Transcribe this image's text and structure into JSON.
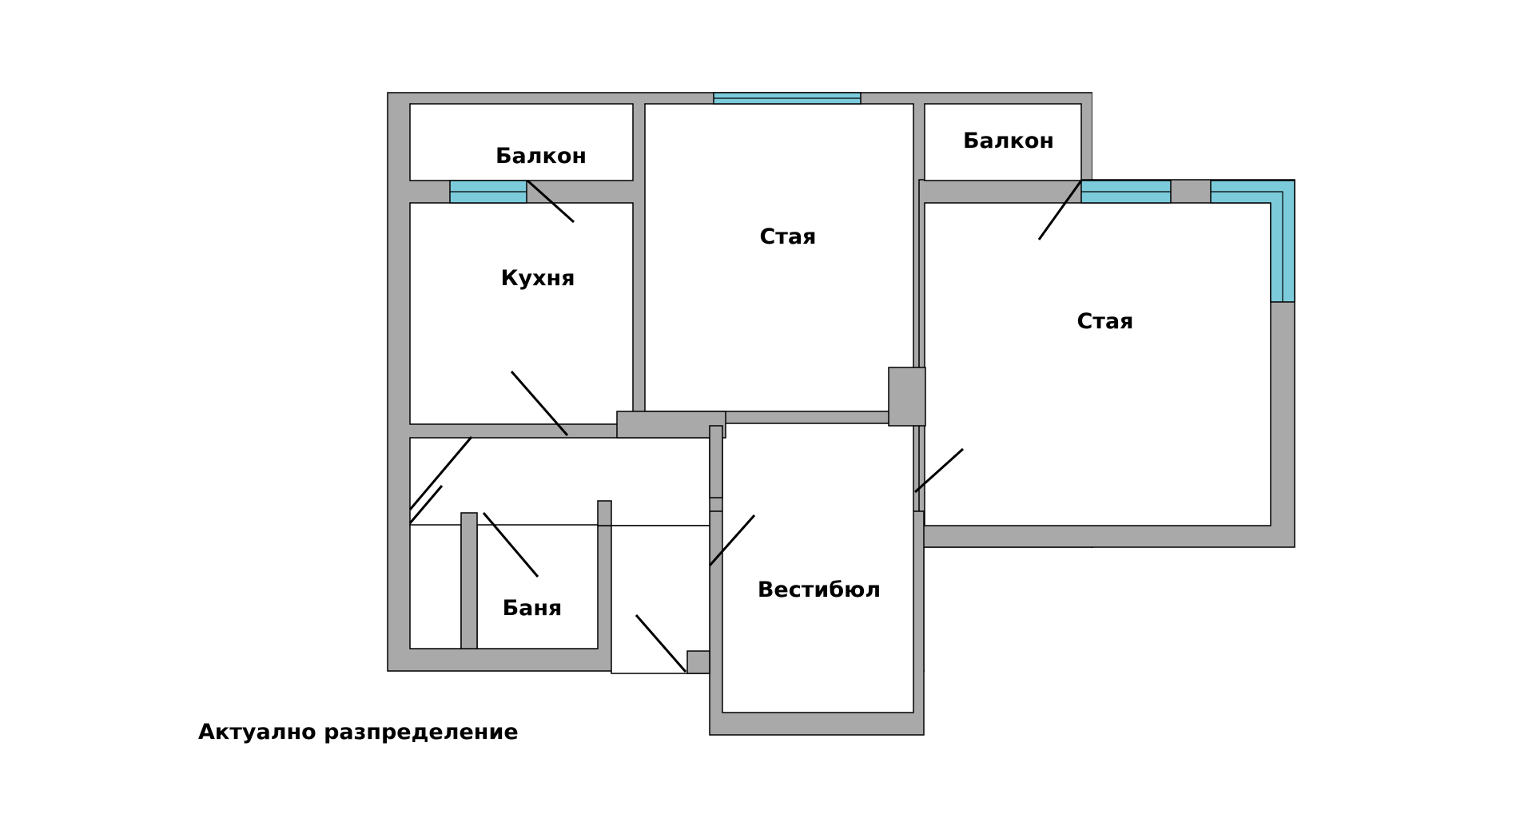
{
  "caption": "Актуално разпределение",
  "rooms": {
    "balcony_left": "Балкон",
    "kitchen": "Кухня",
    "living_room": "Стая",
    "balcony_right": "Балкон",
    "bedroom": "Стая",
    "bathroom": "Баня",
    "hallway": "Вестибюл"
  },
  "colors": {
    "wall": "#a9a9a9",
    "window": "#7ccbdb",
    "background": "#ffffff"
  }
}
